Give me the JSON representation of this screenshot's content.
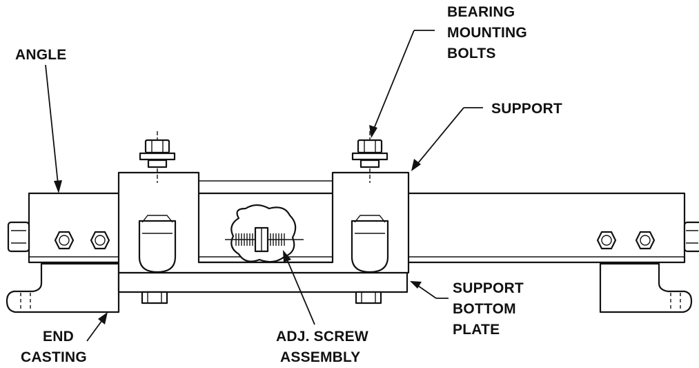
{
  "labels": {
    "angle": "ANGLE",
    "bearing_mounting_bolts": [
      "BEARING",
      "MOUNTING",
      "BOLTS"
    ],
    "support": "SUPPORT",
    "support_bottom_plate": [
      "SUPPORT",
      "BOTTOM",
      "PLATE"
    ],
    "end_casting": [
      "END",
      "CASTING"
    ],
    "adj_screw_assembly": [
      "ADJ. SCREW",
      "ASSEMBLY"
    ]
  }
}
